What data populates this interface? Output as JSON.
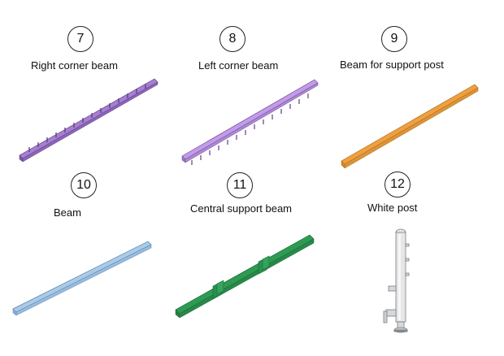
{
  "parts": [
    {
      "number": "7",
      "label": "Right corner beam",
      "color": "#a67fd0",
      "shape": "beam-with-pegs"
    },
    {
      "number": "8",
      "label": "Left corner beam",
      "color": "#c39be8",
      "shape": "beam-with-pegs"
    },
    {
      "number": "9",
      "label": "Beam for support post",
      "color": "#f0a040",
      "shape": "beam"
    },
    {
      "number": "10",
      "label": "Beam",
      "color": "#a9cbe8",
      "shape": "beam"
    },
    {
      "number": "11",
      "label": "Central support beam",
      "color": "#2e9a52",
      "shape": "beam-with-brackets"
    },
    {
      "number": "12",
      "label": "White post",
      "color": "#e4e6e8",
      "shape": "post"
    }
  ]
}
